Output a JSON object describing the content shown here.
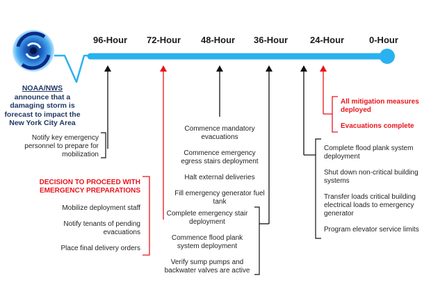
{
  "timeline": {
    "hours": [
      "96-Hour",
      "72-Hour",
      "48-Hour",
      "36-Hour",
      "24-Hour",
      "0-Hour"
    ],
    "colors": {
      "line": "#2ab1ef",
      "black_arrow": "#111111",
      "red_arrow": "#e8141b"
    }
  },
  "storm": {
    "icon": "hurricane-icon",
    "org": "NOAA/NWS",
    "text": "announce that a damaging storm is forecast to impact the New York City Area"
  },
  "hour96": {
    "text": "Notify key emergency personnel to prepare for mobilization"
  },
  "hour72": {
    "heading": "DECISION TO PROCEED WITH EMERGENCY PREPARATIONS",
    "items": [
      "Mobilize deployment staff",
      "Notify tenants of pending evacuations",
      "Place final delivery orders"
    ]
  },
  "hour48": {
    "items": [
      "Commence mandatory evacuations",
      "Commence emergency egress stairs deployment",
      "Halt external deliveries",
      "Fill emergency generator fuel tank"
    ]
  },
  "hour36": {
    "items": [
      "Complete emergency stair deployment",
      "Commence flood plank system deployment",
      "Verify sump pumps and backwater valves are active"
    ]
  },
  "hour24": {
    "items": [
      "Complete flood plank system deployment",
      "Shut down non-critical building systems",
      "Transfer loads critical building electrical loads to emergency generator",
      "Program elevator service limits"
    ]
  },
  "hour12": {
    "items": [
      "All mitigation measures deployed",
      "Evacuations complete"
    ]
  }
}
